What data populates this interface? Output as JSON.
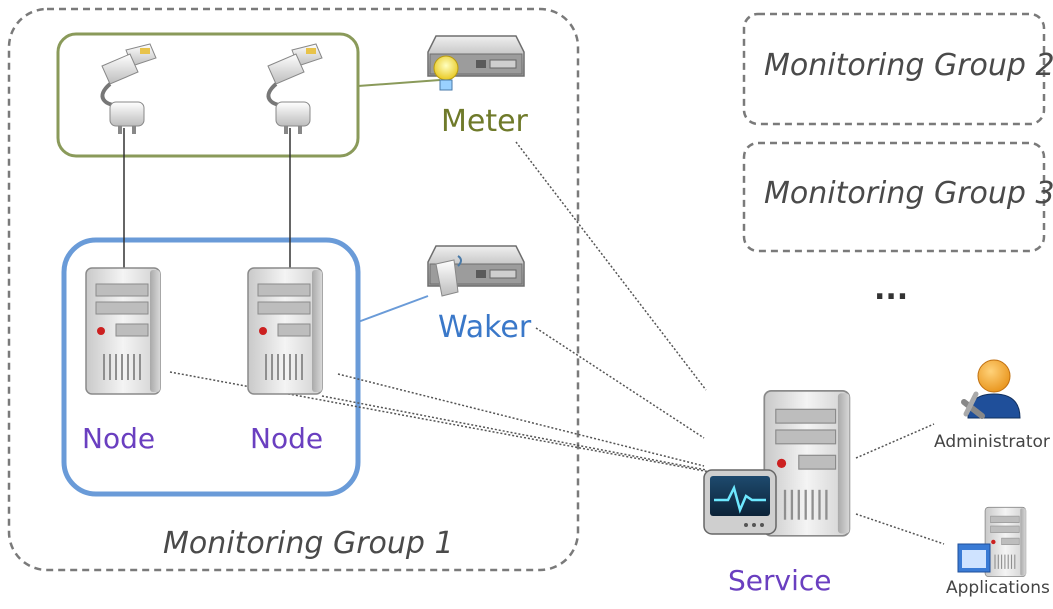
{
  "groups": {
    "group1_title": "Monitoring Group 1",
    "group2_title": "Monitoring Group 2",
    "group3_title": "Monitoring Group 3",
    "more": "..."
  },
  "meter": {
    "label": "Meter"
  },
  "waker": {
    "label": "Waker"
  },
  "nodes": [
    {
      "label": "Node"
    },
    {
      "label": "Node"
    }
  ],
  "service": {
    "label": "Service"
  },
  "administrator": {
    "label": "Administrator"
  },
  "applications": {
    "label": "Applications"
  },
  "colors": {
    "group_border": "#7a7a7a",
    "power_group_border": "#8a9a5a",
    "node_group_border": "#6a9bd8",
    "meter_text": "#6f7a2a",
    "waker_text": "#3a78c9",
    "node_text": "#6a3fc0"
  }
}
